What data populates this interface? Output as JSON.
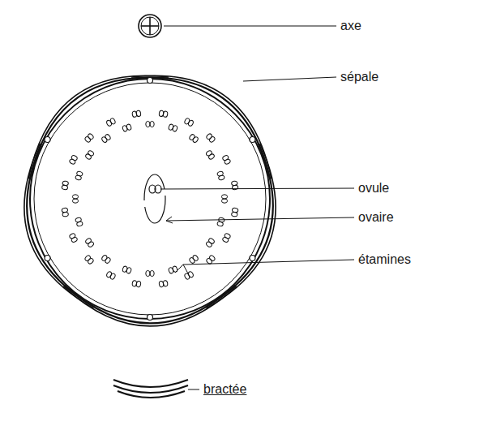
{
  "diagram": {
    "labels": [
      "axe",
      "sépale",
      "ovule",
      "ovaire",
      "étamines",
      "bractée"
    ]
  }
}
